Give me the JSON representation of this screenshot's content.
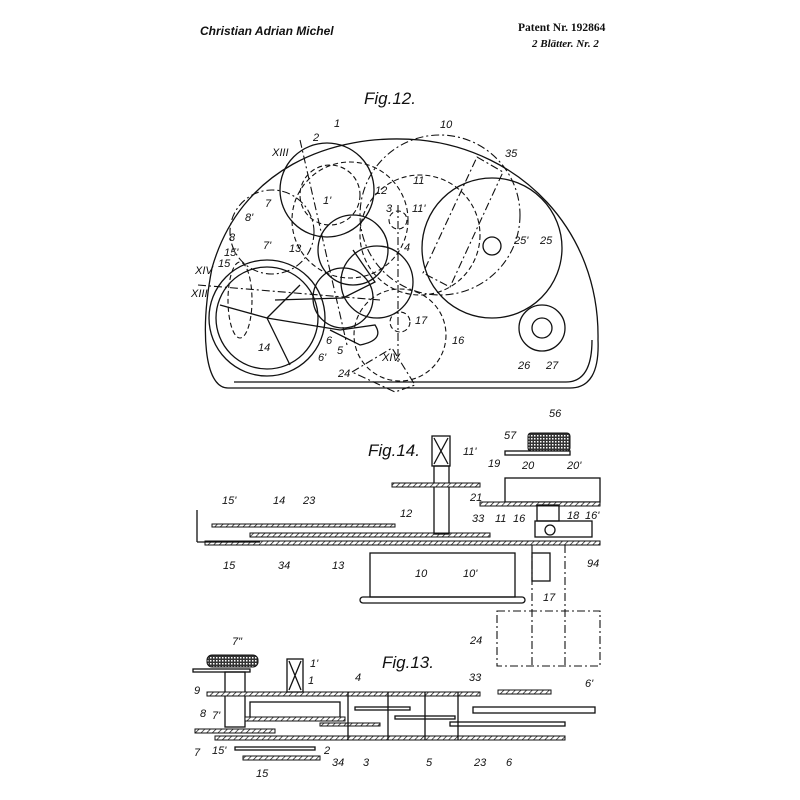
{
  "header": {
    "inventor": "Christian Adrian Michel",
    "patent_number": "Patent Nr. 192864",
    "sheet_info": "2 Blätter. Nr. 2"
  },
  "fig12": {
    "title": "Fig.12.",
    "labels": [
      "10",
      "35",
      "XIII",
      "2",
      "1",
      "12",
      "11",
      "11'",
      "3",
      "1'",
      "7",
      "8'",
      "8",
      "7'",
      "13",
      "15'",
      "15",
      "XIV",
      "XIII",
      "4",
      "25'",
      "25",
      "17",
      "16",
      "14",
      "6",
      "5",
      "6'",
      "XIV",
      "24",
      "26",
      "27"
    ]
  },
  "fig14": {
    "title": "Fig.14.",
    "labels": [
      "11'",
      "56",
      "57",
      "19",
      "20",
      "20'",
      "21",
      "33",
      "11",
      "16",
      "18",
      "16'",
      "94",
      "15'",
      "14",
      "23",
      "12",
      "15",
      "34",
      "13",
      "10",
      "10'",
      "17",
      "24"
    ]
  },
  "fig13": {
    "title": "Fig.13.",
    "labels": [
      "7\"",
      "1'",
      "1",
      "4",
      "33",
      "6'",
      "9",
      "8",
      "7'",
      "7",
      "15'",
      "2",
      "34",
      "3",
      "5",
      "23",
      "6",
      "15"
    ]
  }
}
